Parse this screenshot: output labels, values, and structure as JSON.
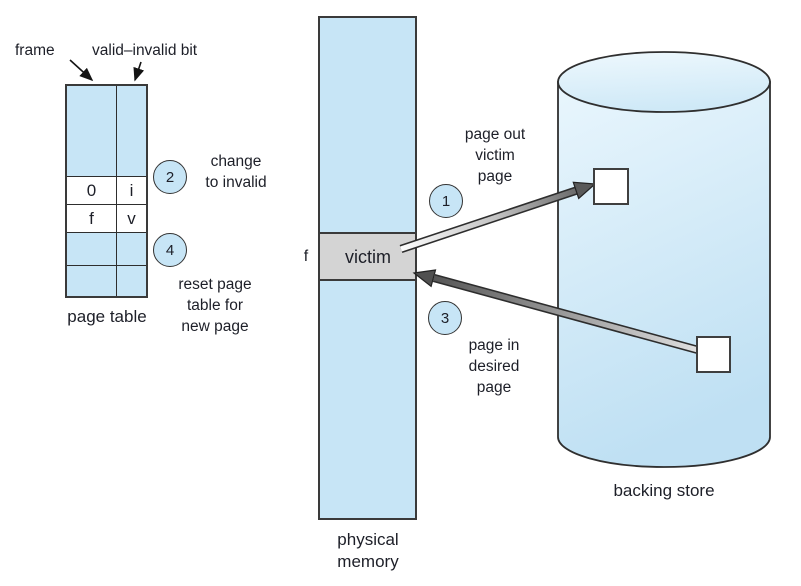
{
  "labels": {
    "frame_pointer": "frame",
    "valid_invalid_pointer": "valid–invalid bit",
    "page_table_caption": "page table",
    "physical_memory_caption": "physical\nmemory",
    "backing_store_caption": "backing store",
    "frame_letter": "f",
    "victim": "victim"
  },
  "page_table": {
    "rows": [
      {
        "frame": "",
        "bit": ""
      },
      {
        "frame": "0",
        "bit": "i"
      },
      {
        "frame": "f",
        "bit": "v"
      },
      {
        "frame": "",
        "bit": ""
      },
      {
        "frame": "",
        "bit": ""
      }
    ]
  },
  "steps": [
    {
      "number": "1",
      "lines": [
        "page out",
        "victim",
        "page"
      ]
    },
    {
      "number": "2",
      "lines": [
        "change",
        "to invalid"
      ]
    },
    {
      "number": "3",
      "lines": [
        "page in",
        "desired",
        "page"
      ]
    },
    {
      "number": "4",
      "lines": [
        "reset page",
        "table for",
        "new page"
      ]
    }
  ],
  "colors": {
    "light_blue": "#c7e5f6",
    "victim_gray": "#d4d4d4",
    "outline": "#3a3a3a",
    "text": "#1d1f28",
    "arrow_dark": "#595959",
    "arrow_light": "#f5f5f5"
  }
}
